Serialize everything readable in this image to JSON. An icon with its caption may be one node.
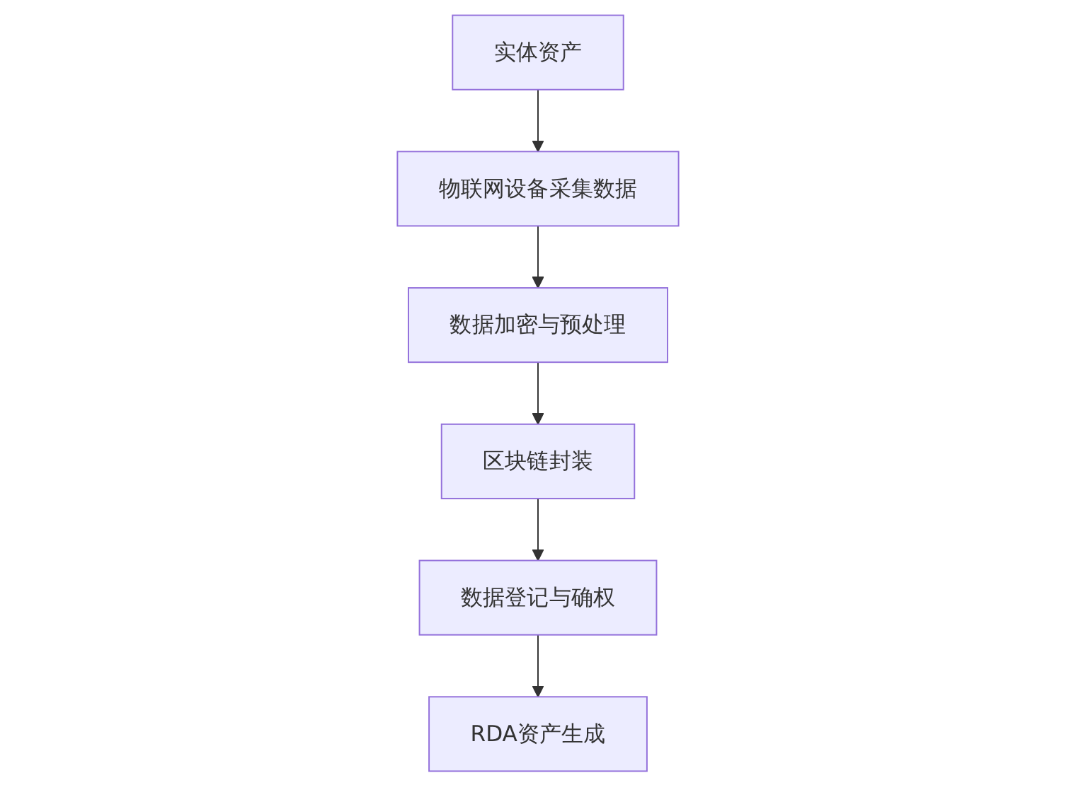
{
  "diagram": {
    "nodes": [
      {
        "text": [
          "实体资产"
        ]
      },
      {
        "text": [
          "物联网设备采集数据"
        ]
      },
      {
        "text": [
          "数据加密与预处理"
        ]
      },
      {
        "text": [
          "区块链封装"
        ]
      },
      {
        "text": [
          "数据登记与确权"
        ]
      },
      {
        "text": [
          "RDA资产生成"
        ]
      }
    ],
    "edges": [
      {
        "from": 0,
        "to": 1,
        "arrow": "to"
      },
      {
        "from": 1,
        "to": 2,
        "arrow": "to"
      },
      {
        "from": 2,
        "to": 3,
        "arrow": "to"
      },
      {
        "from": 3,
        "to": 4,
        "arrow": "to"
      },
      {
        "from": 4,
        "to": 5,
        "arrow": "to"
      }
    ]
  }
}
